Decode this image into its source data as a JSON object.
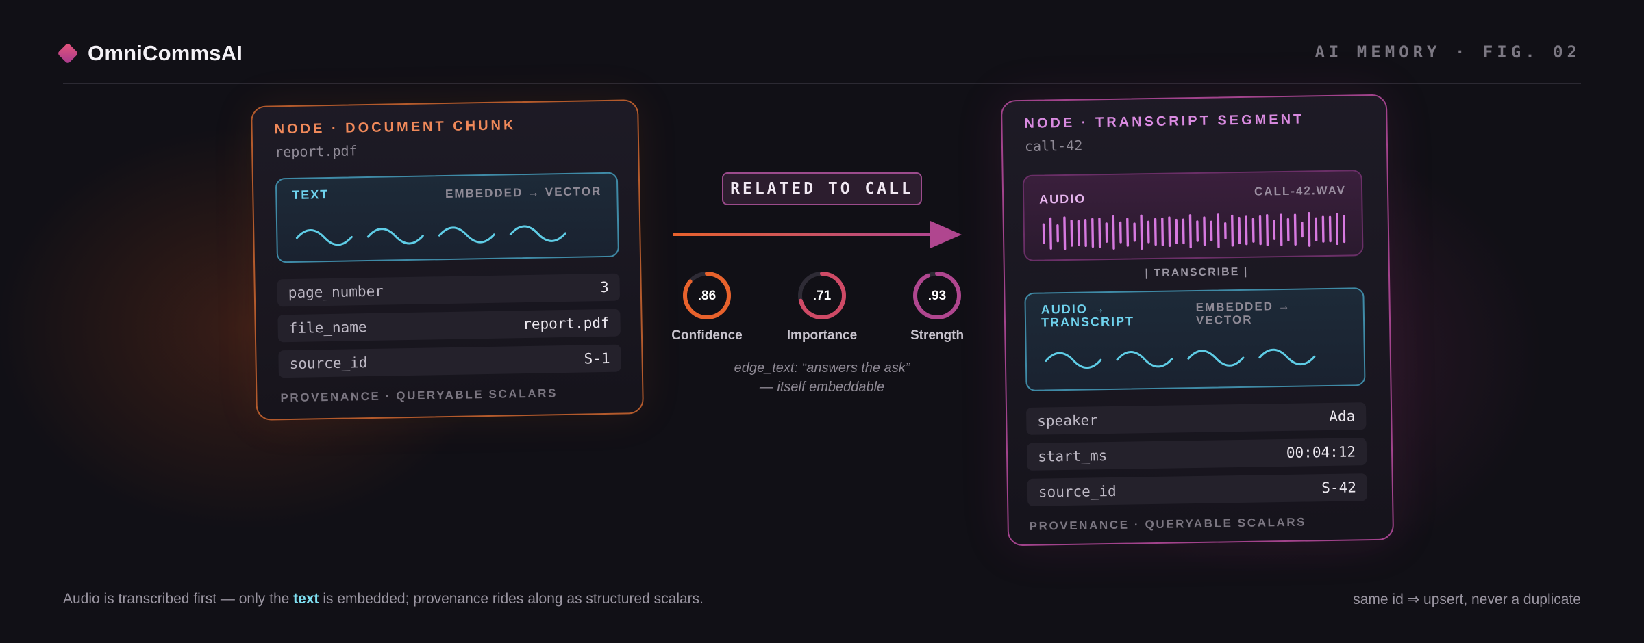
{
  "header": {
    "brand": "OmniCommsAI",
    "figure_label": "AI MEMORY · FIG. 02"
  },
  "left_node": {
    "title": "NODE · DOCUMENT CHUNK",
    "subtitle": "report.pdf",
    "embed": {
      "tag": "TEXT",
      "label": "EMBEDDED → VECTOR"
    },
    "scalars": [
      {
        "key": "page_number",
        "value": "3"
      },
      {
        "key": "file_name",
        "value": "report.pdf"
      },
      {
        "key": "source_id",
        "value": "S-1"
      }
    ],
    "footer": "PROVENANCE · QUERYABLE SCALARS"
  },
  "edge": {
    "label": "RELATED TO CALL",
    "metrics": [
      {
        "name": "Confidence",
        "display": ".86",
        "value": 0.86,
        "color": "#e8622c"
      },
      {
        "name": "Importance",
        "display": ".71",
        "value": 0.71,
        "color": "#cf4a66"
      },
      {
        "name": "Strength",
        "display": ".93",
        "value": 0.93,
        "color": "#b0468f"
      }
    ],
    "edge_text_line1": "edge_text: “answers the ask”",
    "edge_text_line2": "— itself embeddable"
  },
  "right_node": {
    "title": "NODE · TRANSCRIPT SEGMENT",
    "subtitle": "call-42",
    "audio": {
      "tag": "AUDIO",
      "file": "CALL-42.WAV"
    },
    "transcribe": "| TRANSCRIBE |",
    "embed": {
      "tag_line1": "AUDIO →",
      "tag_line2": "TRANSCRIPT",
      "label_line1": "EMBEDDED →",
      "label_line2": "VECTOR"
    },
    "scalars": [
      {
        "key": "speaker",
        "value": "Ada"
      },
      {
        "key": "start_ms",
        "value": "00:04:12"
      },
      {
        "key": "source_id",
        "value": "S-42"
      }
    ],
    "footer": "PROVENANCE · QUERYABLE SCALARS"
  },
  "footer": {
    "caption_before": "Audio is transcribed first — only the ",
    "caption_highlight": "text",
    "caption_after": " is embedded; provenance rides along as structured scalars.",
    "note": "same id ⇒ upsert, never a duplicate"
  },
  "colors": {
    "orange": "#e8622c",
    "magenta": "#a2438c",
    "cyan": "#6fd3ee"
  }
}
